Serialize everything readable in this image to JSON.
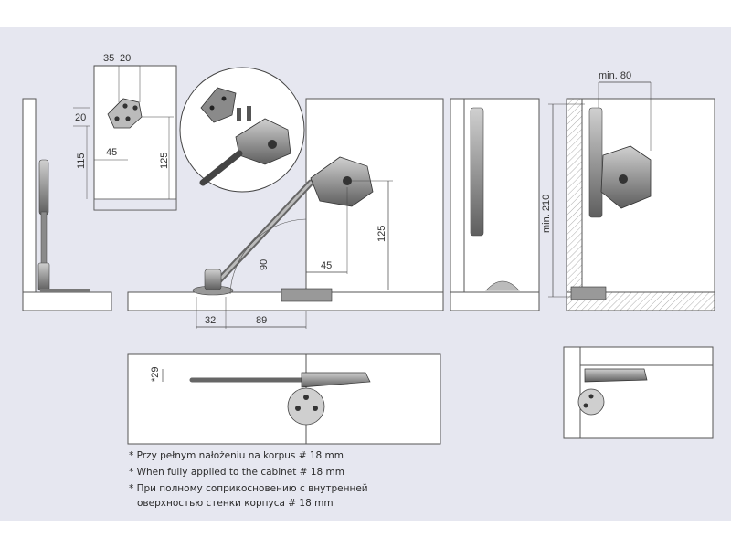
{
  "template": {
    "dim_35": "35",
    "dim_20_top": "20",
    "dim_20_side": "20",
    "dim_115": "115",
    "dim_45": "45",
    "dim_125": "125"
  },
  "main_view": {
    "dim_125": "125",
    "dim_45": "45",
    "dim_90": "90",
    "dim_32": "32",
    "dim_89": "89"
  },
  "right_view": {
    "dim_min80": "min. 80",
    "dim_min210": "min. 210"
  },
  "top_view": {
    "dim_29": "*29"
  },
  "notes": [
    "* Przy pełnym nałożeniu na korpus # 18 mm",
    "* When fully applied to the cabinet # 18 mm",
    "* При полному соприкосновению с внутренней",
    "оверхностью стенки корпуса # 18 mm"
  ],
  "colors": {
    "panel": "#e6e7f0",
    "line": "#555555",
    "metal_dark": "#6b6b6b",
    "metal_light": "#b9b9b9"
  }
}
